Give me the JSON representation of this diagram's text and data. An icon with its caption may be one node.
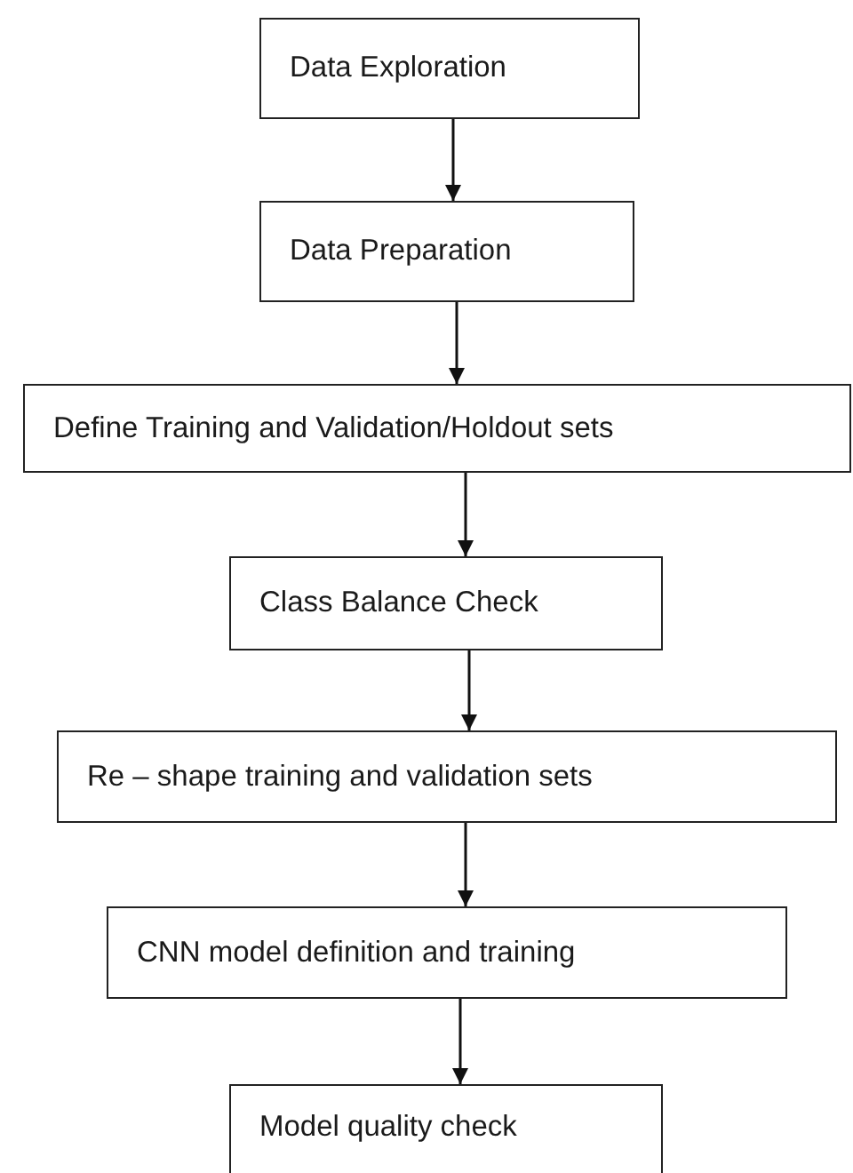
{
  "diagram": {
    "nodes": [
      {
        "text": [
          "Data Exploration"
        ]
      },
      {
        "text": [
          "Data Preparation"
        ]
      },
      {
        "text": [
          "Define Training and Validation/Holdout sets"
        ]
      },
      {
        "text": [
          "Class Balance Check"
        ]
      },
      {
        "text": [
          "Re – shape training and validation sets"
        ]
      },
      {
        "text": [
          "CNN model definition and training"
        ]
      },
      {
        "text": [
          "Model quality check"
        ]
      }
    ],
    "edges": [
      {
        "from": 0,
        "to": 1,
        "arrow": "to"
      },
      {
        "from": 1,
        "to": 2,
        "arrow": "to"
      },
      {
        "from": 2,
        "to": 3,
        "arrow": "to"
      },
      {
        "from": 3,
        "to": 4,
        "arrow": "to"
      },
      {
        "from": 4,
        "to": 5,
        "arrow": "to"
      },
      {
        "from": 5,
        "to": 6,
        "arrow": "to"
      }
    ]
  }
}
